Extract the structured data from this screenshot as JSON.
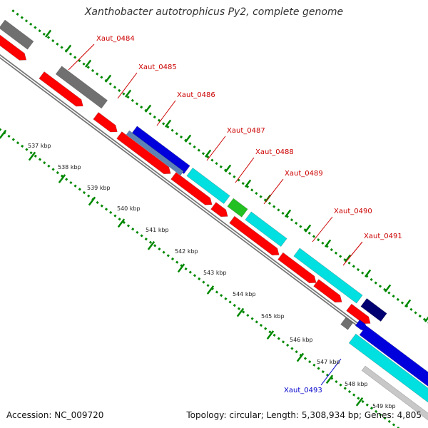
{
  "title": "Xanthobacter autotrophicus Py2, complete genome",
  "footer": {
    "accession": "Accession: NC_009720",
    "topology": "Topology: circular; Length: 5,308,934 bp; Genes: 4,805"
  },
  "colors": {
    "cds_red": "#ff0000",
    "pseudo_gray": "#707070",
    "cyan": "#00e0e0",
    "green": "#22c022",
    "blue": "#0000dd",
    "navy": "#000070",
    "steel": "#5d83b6",
    "backbone": "#8c8c8c",
    "tick_green": "#008800",
    "label_red": "#cc0000",
    "label_blue": "#0000cc"
  },
  "gene_labels": [
    {
      "text": "Xaut_0484",
      "color": "red"
    },
    {
      "text": "Xaut_0485",
      "color": "red"
    },
    {
      "text": "Xaut_0486",
      "color": "red"
    },
    {
      "text": "Xaut_0487",
      "color": "red"
    },
    {
      "text": "Xaut_0488",
      "color": "red"
    },
    {
      "text": "Xaut_0489",
      "color": "red"
    },
    {
      "text": "Xaut_0490",
      "color": "red"
    },
    {
      "text": "Xaut_0491",
      "color": "red"
    },
    {
      "text": "Xaut_0493",
      "color": "blue"
    }
  ],
  "kbp_labels": [
    "537 kbp",
    "538 kbp",
    "539 kbp",
    "540 kbp",
    "541 kbp",
    "542 kbp",
    "543 kbp",
    "544 kbp",
    "545 kbp",
    "546 kbp",
    "547 kbp",
    "548 kbp",
    "549 kbp"
  ]
}
